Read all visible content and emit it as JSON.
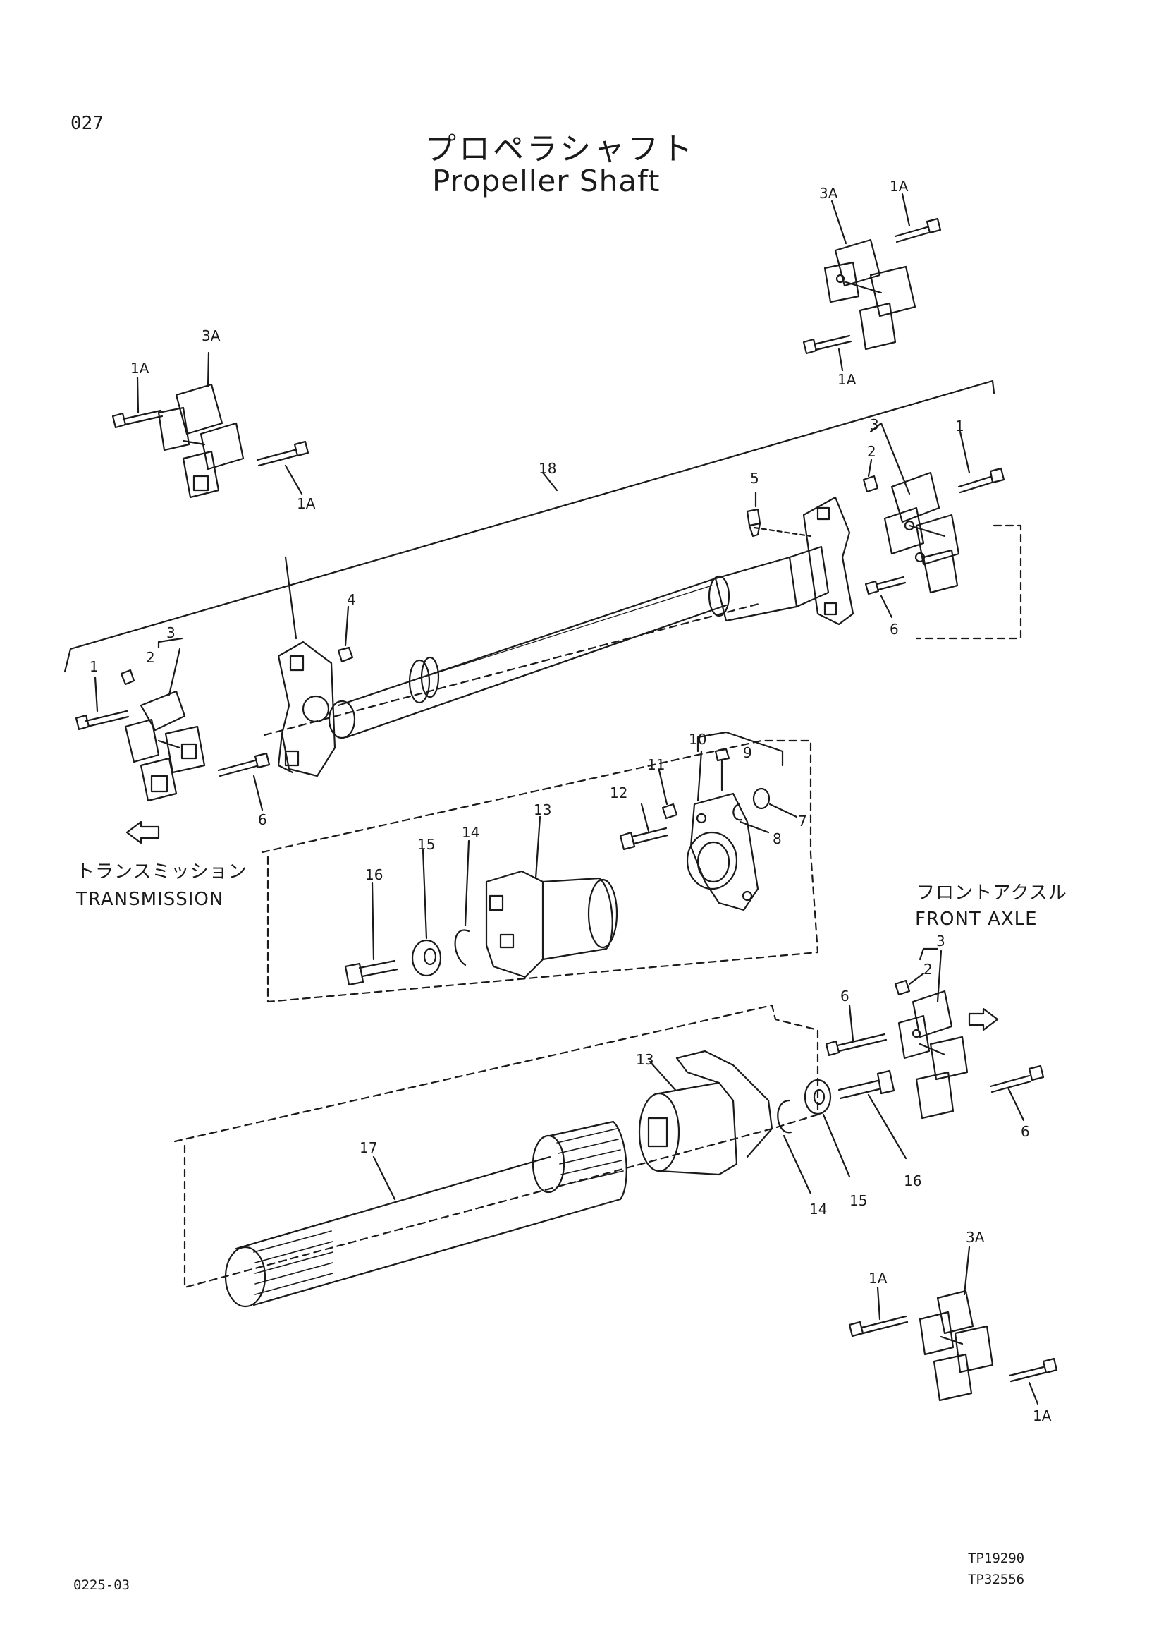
{
  "header": {
    "page_code": "027",
    "title_jp": "プロペラシャフト",
    "title_en": "Propeller Shaft"
  },
  "directions": {
    "transmission_jp": "トランスミッション",
    "transmission_en": "TRANSMISSION",
    "front_axle_jp": "フロントアクスル",
    "front_axle_en": "FRONT AXLE"
  },
  "callouts": {
    "c1": "1",
    "c2": "2",
    "c3": "3",
    "c4": "4",
    "c5": "5",
    "c6": "6",
    "c7": "7",
    "c8": "8",
    "c9": "9",
    "c10": "10",
    "c11": "11",
    "c12": "12",
    "c13": "13",
    "c14": "14",
    "c15": "15",
    "c16": "16",
    "c17": "17",
    "c18": "18",
    "c1a": "1A",
    "c3a": "3A"
  },
  "footer": {
    "doc_code": "0225-03",
    "ref1": "TP19290",
    "ref2": "TP32556"
  }
}
